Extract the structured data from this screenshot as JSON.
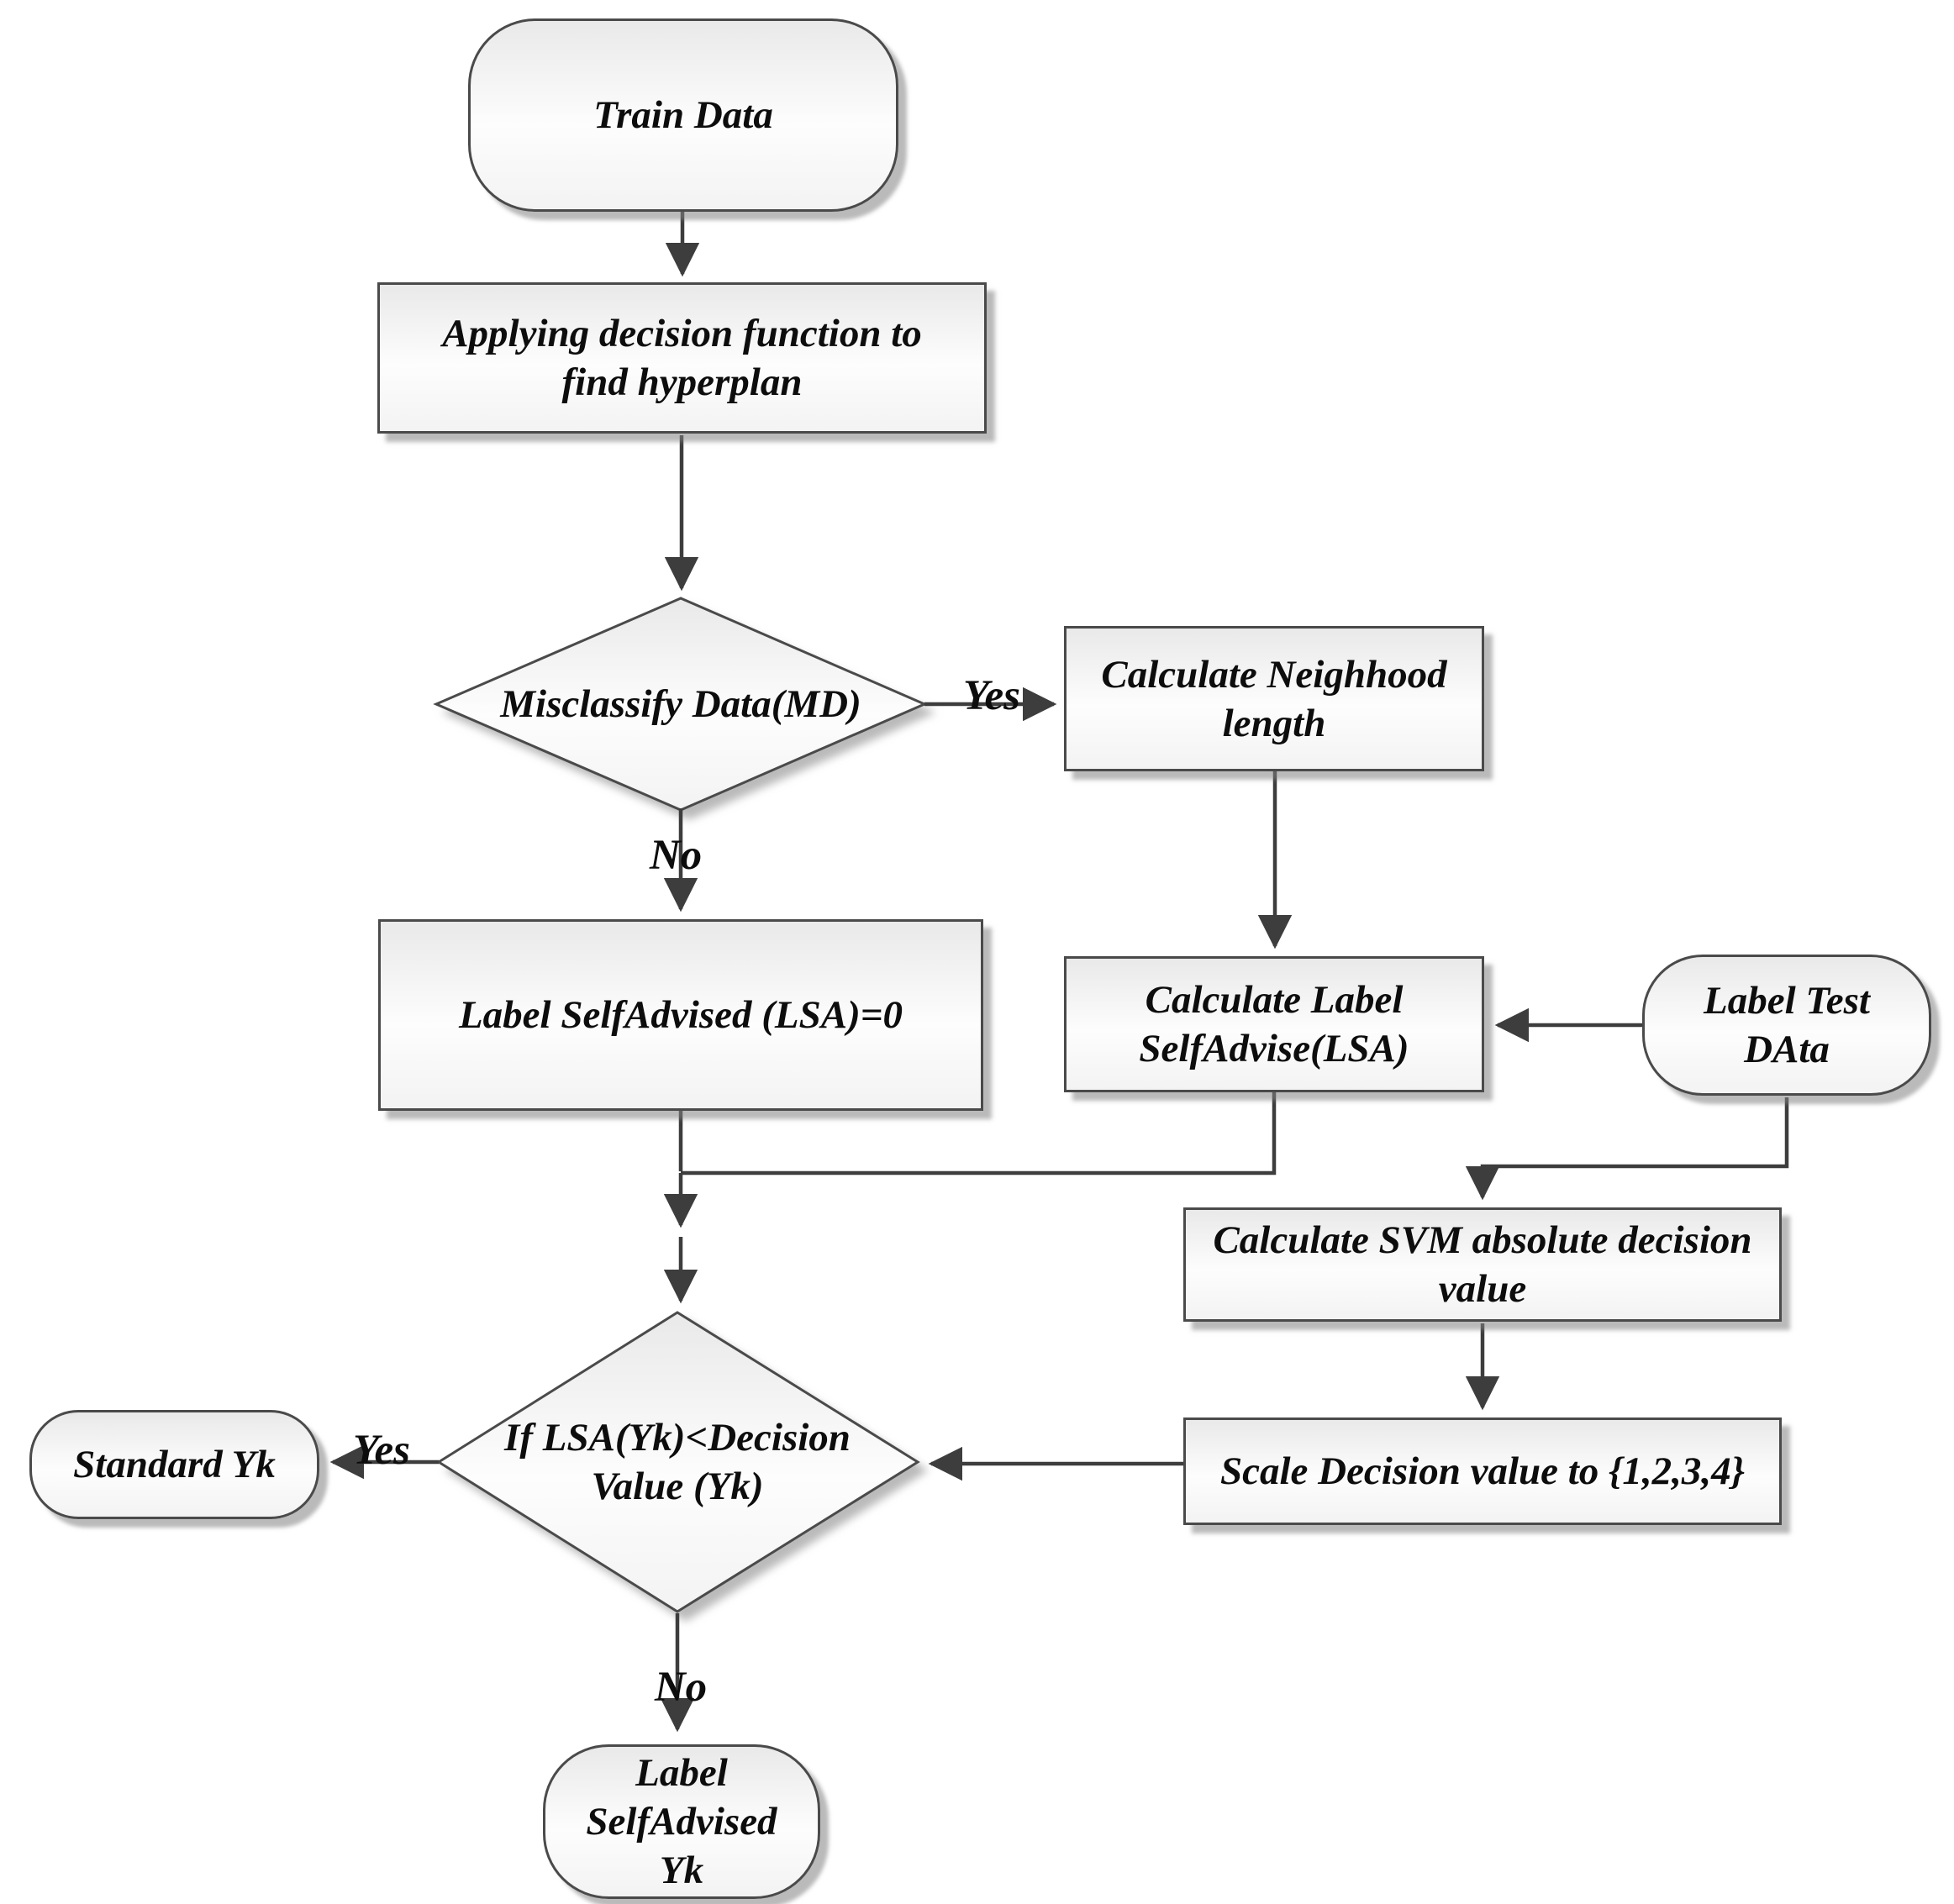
{
  "diagram": {
    "type": "flowchart",
    "nodes": {
      "train_data": {
        "shape": "terminator",
        "lines": [
          "Train Data"
        ]
      },
      "apply_decision": {
        "shape": "process",
        "lines": [
          "Applying decision function to",
          "find hyperplan"
        ]
      },
      "misclassify": {
        "shape": "decision",
        "lines": [
          "Misclassify Data(MD)"
        ]
      },
      "calc_neighhood": {
        "shape": "process",
        "lines": [
          "Calculate Neighhood",
          "length"
        ]
      },
      "label_selfadvised_zero": {
        "shape": "process",
        "lines": [
          "Label SelfAdvised (LSA)=0"
        ]
      },
      "calc_label_selfadvise": {
        "shape": "process",
        "lines": [
          "Calculate Label",
          "SelfAdvise(LSA)"
        ]
      },
      "label_test_data": {
        "shape": "terminator",
        "lines": [
          "Label Test",
          "DAta"
        ]
      },
      "calc_svm_abs": {
        "shape": "process",
        "lines": [
          "Calculate SVM absolute decision",
          "value"
        ]
      },
      "scale_decision": {
        "shape": "process",
        "lines": [
          "Scale Decision value to {1,2,3,4}"
        ]
      },
      "lsa_lt_decision": {
        "shape": "decision",
        "lines": [
          "If LSA(Yk)<Decision",
          "Value (Yk)"
        ]
      },
      "standard_yk": {
        "shape": "terminator",
        "lines": [
          "Standard Yk"
        ]
      },
      "label_selfadvised_yk": {
        "shape": "terminator",
        "lines": [
          "Label",
          "SelfAdvised",
          "Yk"
        ]
      }
    },
    "edge_labels": {
      "misclassify_yes": "Yes",
      "misclassify_no": "No",
      "decision_yes": "Yes",
      "decision_no": "No"
    },
    "edges": [
      {
        "from": "train_data",
        "to": "apply_decision"
      },
      {
        "from": "apply_decision",
        "to": "misclassify"
      },
      {
        "from": "misclassify",
        "to": "calc_neighhood",
        "label": "Yes"
      },
      {
        "from": "misclassify",
        "to": "label_selfadvised_zero",
        "label": "No"
      },
      {
        "from": "calc_neighhood",
        "to": "calc_label_selfadvise"
      },
      {
        "from": "label_test_data",
        "to": "calc_label_selfadvise"
      },
      {
        "from": "label_test_data",
        "to": "calc_svm_abs"
      },
      {
        "from": "label_selfadvised_zero",
        "to": "lsa_lt_decision"
      },
      {
        "from": "calc_label_selfadvise",
        "to": "lsa_lt_decision"
      },
      {
        "from": "calc_svm_abs",
        "to": "scale_decision"
      },
      {
        "from": "scale_decision",
        "to": "lsa_lt_decision"
      },
      {
        "from": "lsa_lt_decision",
        "to": "standard_yk",
        "label": "Yes"
      },
      {
        "from": "lsa_lt_decision",
        "to": "label_selfadvised_yk",
        "label": "No"
      }
    ],
    "colors": {
      "node_border": "#4a4a4a",
      "connector": "#3d3d3d",
      "node_fill_top": "#e9e9e9",
      "node_fill_bottom": "#f3f3f3",
      "shadow": "#828282",
      "text": "#0d0d0d",
      "background": "#ffffff"
    }
  }
}
